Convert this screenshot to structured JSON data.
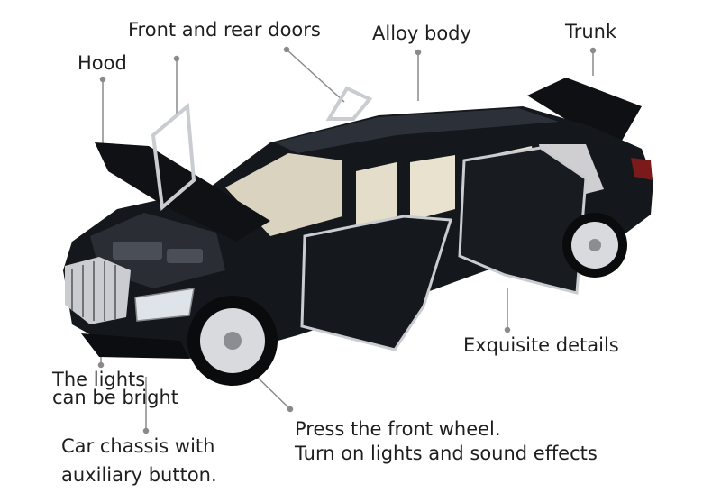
{
  "labels": {
    "hood": "Hood",
    "doors": "Front and rear doors",
    "alloy": "Alloy body",
    "trunk": "Trunk",
    "details": "Exquisite details",
    "lights_line1": "The lights",
    "lights_line2": "can be bright",
    "wheel_line1": "Press the front wheel.",
    "wheel_line2": "Turn on lights and sound effects",
    "chassis_line1": "Car chassis with",
    "chassis_line2": "auxiliary button."
  },
  "colors": {
    "body": "#111418",
    "interior": "#e9e2cf",
    "chrome": "#c9ccd0",
    "leader": "#7a7a7a"
  }
}
